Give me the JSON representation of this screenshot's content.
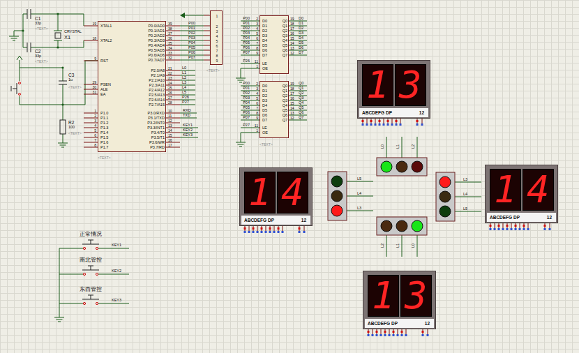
{
  "diagram": {
    "nodes": [
      {
        "text": [
          "XTAL1",
          "XTAL2",
          "RST",
          "PSEN",
          "ALE",
          "EA",
          "P1.0",
          "P1.1",
          "P1.2",
          "P1.3",
          "P1.4",
          "P1.5",
          "P1.6",
          "P1.7",
          "P0.0/AD0",
          "P0.1/AD1",
          "P0.2/AD2",
          "P0.3/AD3",
          "P0.4/AD4",
          "P0.5/AD5",
          "P0.6/AD6",
          "P0.7/AD7",
          "P2.0/A8",
          "P2.1/A9",
          "P2.2/A10",
          "P2.3/A11",
          "P2.4/A12",
          "P2.5/A13",
          "P2.6/A14",
          "P2.7/A15",
          "P3.0/RXD",
          "P3.1/TXD",
          "P3.2/INT0",
          "P3.3/INT1",
          "P3.4/T0",
          "P3.5/T1",
          "P3.6/WR",
          "P3.7/RD"
        ]
      },
      {
        "text": [
          "1",
          "2",
          "3",
          "4",
          "5",
          "6",
          "7",
          "8",
          "9"
        ]
      },
      {
        "text": [
          "D0",
          "D1",
          "D2",
          "D3",
          "D4",
          "D5",
          "D6",
          "D7",
          "LE",
          "OE",
          "Q0",
          "Q1",
          "Q2",
          "Q3",
          "Q4",
          "Q5",
          "Q6",
          "Q7"
        ]
      },
      {
        "text": [
          "D0",
          "D1",
          "D2",
          "D3",
          "D4",
          "D5",
          "D6",
          "D7",
          "LE",
          "OE",
          "Q0",
          "Q1",
          "Q2",
          "Q3",
          "Q4",
          "Q5",
          "Q6",
          "Q7"
        ]
      },
      {
        "text": [
          "13",
          "ABCDEFG DP",
          "12"
        ]
      },
      {
        "text": [
          "14",
          "ABCDEFG DP",
          "12"
        ]
      },
      {
        "text": [
          "14",
          "ABCDEFG DP",
          "12"
        ]
      },
      {
        "text": [
          "13",
          "ABCDEFG DP",
          "12"
        ]
      }
    ],
    "labels": [
      "19",
      "18",
      "9",
      "29",
      "30",
      "31",
      "1",
      "2",
      "3",
      "4",
      "5",
      "6",
      "7",
      "8",
      "39",
      "38",
      "37",
      "36",
      "35",
      "34",
      "33",
      "32",
      "21",
      "22",
      "23",
      "24",
      "25",
      "26",
      "27",
      "28",
      "10",
      "11",
      "12",
      "13",
      "14",
      "15",
      "16",
      "17",
      "P00",
      "P01",
      "P02",
      "P03",
      "P04",
      "P05",
      "P06",
      "P07",
      "L0",
      "L1",
      "L2",
      "L3",
      "L4",
      "L5",
      "P26",
      "P27",
      "RXD",
      "TXD",
      "KEY1",
      "KEY2",
      "KEY3",
      "P00",
      "P01",
      "P02",
      "P03",
      "P04",
      "P05",
      "P06",
      "P07",
      "P26",
      "2",
      "3",
      "4",
      "5",
      "6",
      "7",
      "8",
      "9",
      "11",
      "1",
      "19",
      "18",
      "17",
      "16",
      "15",
      "14",
      "13",
      "12",
      "D0",
      "D1",
      "D2",
      "D3",
      "D4",
      "D5",
      "D6",
      "D7",
      "P00",
      "P01",
      "P02",
      "P03",
      "P04",
      "P05",
      "P06",
      "P07",
      "P27",
      "2",
      "3",
      "4",
      "5",
      "6",
      "7",
      "8",
      "9",
      "11",
      "1",
      "19",
      "18",
      "17",
      "16",
      "15",
      "14",
      "13",
      "12",
      "Q0",
      "Q1",
      "Q2",
      "Q3",
      "Q4",
      "Q5",
      "Q6",
      "Q7",
      "C1",
      "33p",
      "<TEXT>",
      "CRYSTAL",
      "X1",
      "C2",
      "33p",
      "<TEXT>",
      "C3",
      "1u",
      "<TEXT>",
      "R2",
      "100",
      "<TEXT>",
      "<TEXT>",
      "<TEXT>",
      "<TEXT>",
      "L0",
      "L1",
      "L2",
      "L5",
      "L4",
      "L3",
      "L3",
      "L4",
      "L5",
      "L2",
      "L1",
      "L0",
      "正常情况",
      "KEY1",
      "南北管控",
      "KEY2",
      "东西管控",
      "KEY3"
    ]
  }
}
